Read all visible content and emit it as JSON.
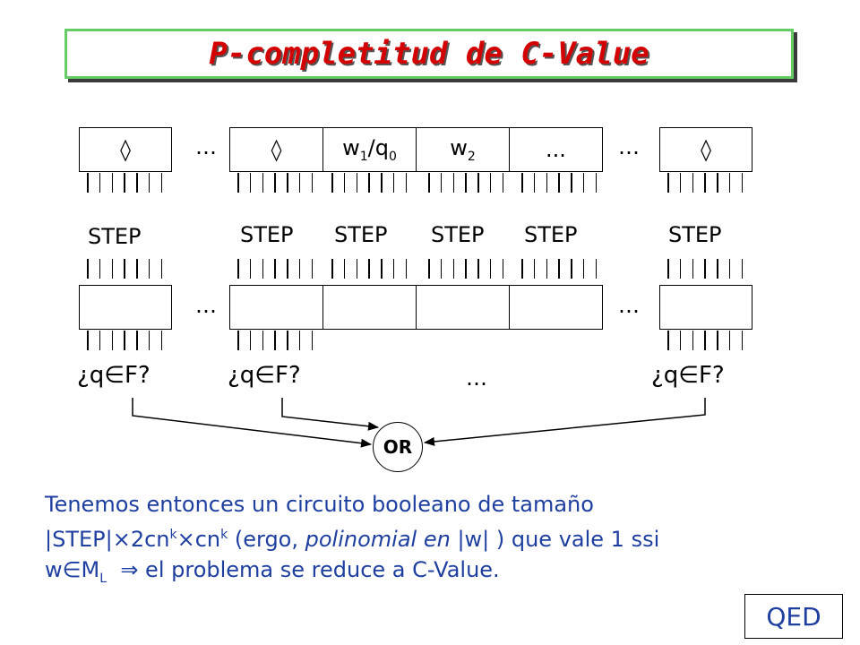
{
  "title": "P-completitud de C-Value",
  "top_row": {
    "diamond": "◊",
    "w1_base": "w",
    "w1_sub": "1",
    "w1_slash": "/q",
    "w1_q_sub": "0",
    "w2_base": "w",
    "w2_sub": "2",
    "more": "..."
  },
  "ellipsis": "…",
  "step_label": "STEP",
  "q_check": "¿q∈F?",
  "or_label": "OR",
  "paragraph": {
    "line1": "Tenemos entonces un circuito booleano de tamaño",
    "line2_a": "|STEP|×2cn",
    "line2_sup1": "k",
    "line2_b": "×cn",
    "line2_sup2": "k",
    "line2_c": " (ergo, ",
    "line2_italic": "polinomial en",
    "line2_d": " |w| ) que vale 1 ssi",
    "line3_a": "w∈M",
    "line3_sub": "L",
    "line3_b": "  ⇒ el problema se reduce a C-Value."
  },
  "qed": "QED",
  "colors": {
    "title": "#d40000",
    "title_border": "#66cc66",
    "body_text": "#1e3fa0"
  }
}
